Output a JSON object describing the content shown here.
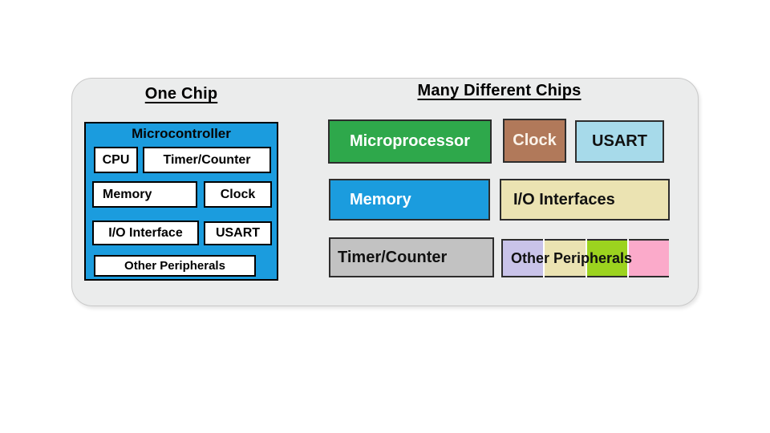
{
  "panel": {
    "background": "#ebecec",
    "border_color": "#c9c9c9"
  },
  "one_chip": {
    "title": "One Chip",
    "microcontroller": {
      "label": "Microcontroller",
      "fill": "#1b9cde",
      "text_color": "#060606",
      "parts": {
        "cpu": "CPU",
        "timer_counter": "Timer/Counter",
        "memory": "Memory",
        "clock": "Clock",
        "io_interface": "I/O Interface",
        "usart": "USART",
        "other_peripherals": "Other Peripherals"
      }
    }
  },
  "many_chips": {
    "title": "Many Different Chips",
    "chips": {
      "microprocessor": {
        "label": "Microprocessor",
        "fill": "#2ea84b",
        "text_color": "#ffffff"
      },
      "clock": {
        "label": "Clock",
        "fill": "#b1795a",
        "text_color": "#fbf3ea"
      },
      "usart": {
        "label": "USART",
        "fill": "#a7daea",
        "text_color": "#111111"
      },
      "memory": {
        "label": "Memory",
        "fill": "#1b9cde",
        "text_color": "#ffffff"
      },
      "io_interfaces": {
        "label": "I/O Interfaces",
        "fill": "#ebe3b2",
        "text_color": "#111111"
      },
      "timer_counter": {
        "label": "Timer/Counter",
        "fill": "#c2c2c2",
        "text_color": "#111111"
      },
      "other_peripherals": {
        "label": "Other Peripherals",
        "text_color": "#111111",
        "segment_colors": [
          "#c9c3e9",
          "#ebe3b2",
          "#9cd31f",
          "#fbaaca"
        ]
      }
    }
  }
}
